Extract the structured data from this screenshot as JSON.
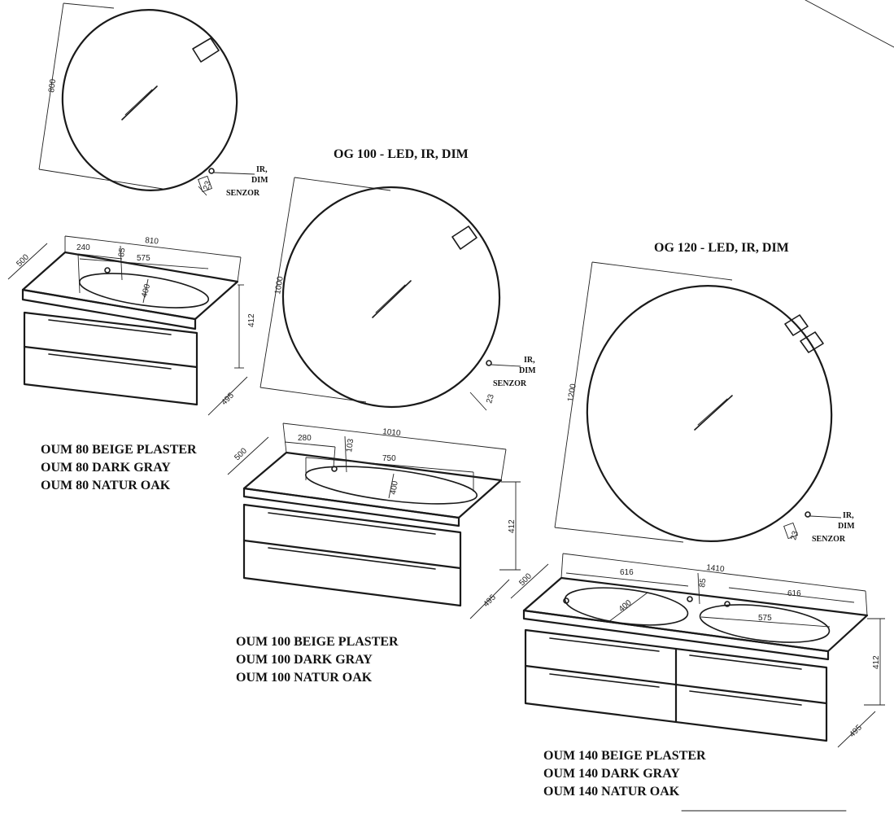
{
  "mirrors": [
    {
      "id": "og80",
      "title": "",
      "height_dim": "800",
      "sensor_dim": "23",
      "sensor_lines": [
        "IR,",
        "DIM",
        "SENZOR"
      ]
    },
    {
      "id": "og100",
      "title": "OG 100 - LED, IR, DIM",
      "height_dim": "1000",
      "sensor_dim": "23",
      "sensor_lines": [
        "IR,",
        "DIM",
        "SENZOR"
      ]
    },
    {
      "id": "og120",
      "title": "OG 120 - LED, IR, DIM",
      "height_dim": "1200",
      "sensor_dim": "23",
      "sensor_lines": [
        "IR,",
        "DIM",
        "SENZOR"
      ]
    }
  ],
  "cabinets": [
    {
      "id": "oum80",
      "dims": {
        "width": "810",
        "depth_top": "500",
        "offset": "240",
        "tap": "85",
        "basin_w": "575",
        "basin_d": "400",
        "height": "412",
        "depth": "495"
      },
      "labels": [
        "OUM 80 BEIGE PLASTER",
        "OUM 80 DARK GRAY",
        "OUM 80 NATUR OAK"
      ]
    },
    {
      "id": "oum100",
      "dims": {
        "width": "1010",
        "depth_top": "500",
        "offset": "280",
        "tap": "103",
        "basin_w": "750",
        "basin_d": "400",
        "height": "412",
        "depth": "495"
      },
      "labels": [
        "OUM 100 BEIGE PLASTER",
        "OUM 100 DARK GRAY",
        "OUM 100 NATUR OAK"
      ]
    },
    {
      "id": "oum140",
      "dims": {
        "width": "1410",
        "depth_top": "500",
        "offset_l": "616",
        "offset_r": "616",
        "tap": "85",
        "basin_w": "575",
        "basin_d": "400",
        "height": "412",
        "depth": "495"
      },
      "labels": [
        "OUM 140 BEIGE PLASTER",
        "OUM 140 DARK GRAY",
        "OUM 140 NATUR OAK"
      ]
    }
  ]
}
